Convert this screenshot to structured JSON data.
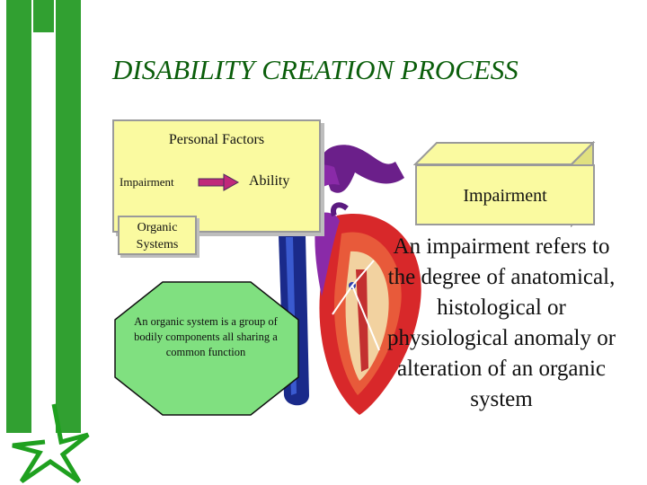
{
  "slide": {
    "title": "DISABILITY CREATION PROCESS",
    "personal_factors_label": "Personal Factors",
    "impairment_small": "Impairment",
    "ability_label": "Ability",
    "organic_systems_label": "Organic Systems",
    "organic_system_definition": "An organic system is a group of bodily components all sharing a common function",
    "impairment_box_label": "Impairment",
    "impairment_definition": "An impairment refers to the degree of anatomical, histological or physiological anomaly or alteration of an organic system"
  },
  "colors": {
    "title": "#0b5e0b",
    "box_fill": "#fafaa0",
    "octagon_fill": "#80e080",
    "sidebar_green": "#31a031",
    "arrow": "#c0287a"
  },
  "icons": [
    "star-outline-icon",
    "heart-illustration"
  ]
}
